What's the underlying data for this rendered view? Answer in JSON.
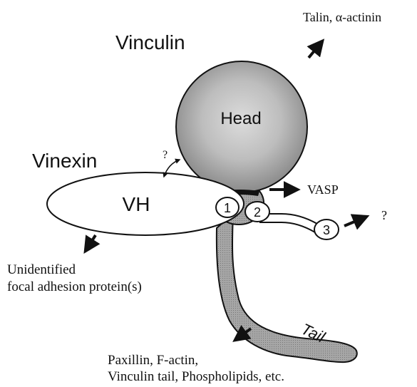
{
  "labels": {
    "vinculin": "Vinculin",
    "vinexin": "Vinexin",
    "head": "Head",
    "vh": "VH",
    "tail": "Tail",
    "question_top": "?",
    "question_right": "?",
    "site_1": "1",
    "site_2": "2",
    "site_3": "3"
  },
  "partners": {
    "top_right": "Talin, α-actinin",
    "vasp": "VASP",
    "unidentified_line1": "Unidentified",
    "unidentified_line2": "focal adhesion protein(s)",
    "bottom_line1": "Paxillin, F-actin,",
    "bottom_line2": "Vinculin tail, Phospholipids, etc."
  },
  "colors": {
    "head_light": "#dcdcdc",
    "head_dark": "#8a8a8a",
    "tail_fill": "#a6a6a6",
    "outline": "#111111"
  }
}
